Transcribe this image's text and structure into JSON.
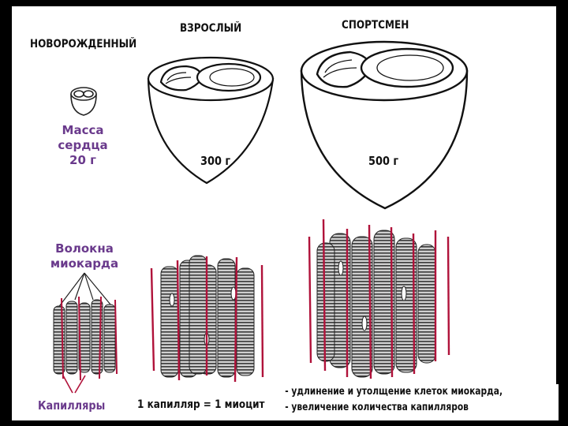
{
  "labels": {
    "newborn": "НОВОРОЖДЕННЫЙ",
    "adult": "ВЗРОСЛЫЙ",
    "athlete": "СПОРТСМЕН",
    "heart_mass_line1": "Масса",
    "heart_mass_line2": "сердца",
    "heart_mass_line3": "20 г",
    "adult_mass": "300 г",
    "athlete_mass": "500 г",
    "fibers_line1": "Волокна",
    "fibers_line2": "миокарда",
    "capillaries": "Капилляры",
    "ratio": "1 капилляр = 1 миоцит"
  },
  "notes": [
    "- удлинение и утолщение клеток миокарда,",
    "- увеличение количества капилляров"
  ],
  "colors": {
    "capillary": "#b0123a",
    "label_accent": "#6a3a8c"
  }
}
